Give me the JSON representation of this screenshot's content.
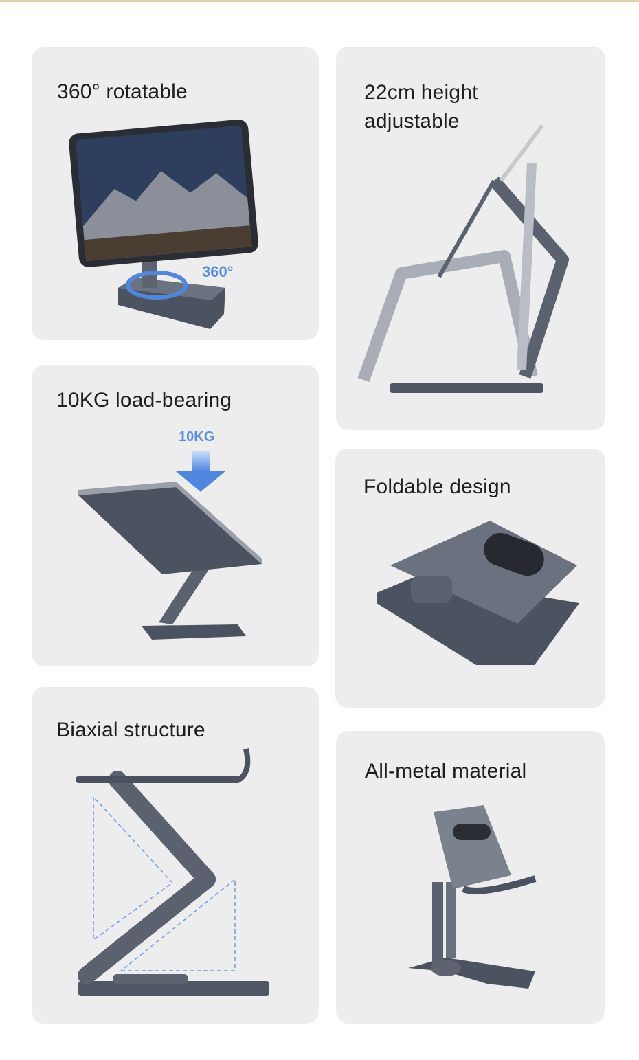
{
  "features": [
    {
      "title": "360° rotatable",
      "callout": "360°"
    },
    {
      "title": "22cm height\nadjustable"
    },
    {
      "title": "10KG load-bearing",
      "callout": "10KG"
    },
    {
      "title": "Foldable design"
    },
    {
      "title": "Biaxial structure"
    },
    {
      "title": "All-metal material"
    }
  ],
  "colors": {
    "card": "#ededed",
    "accent": "#5a8ee6",
    "metal": "#5a6270",
    "top_strip": "#e4cfa9"
  }
}
